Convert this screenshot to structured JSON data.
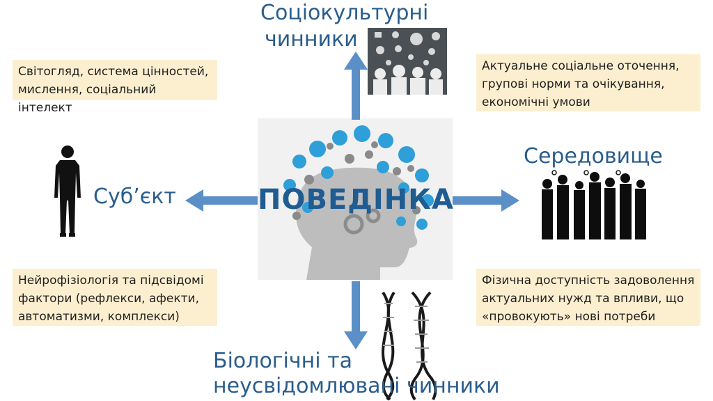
{
  "center": {
    "label": "ПОВЕДІНКА"
  },
  "top": {
    "title_line1": "Соціокультурні",
    "title_line2": "чинники"
  },
  "bottom": {
    "title_line1": "Біологічні та",
    "title_line2": "неусвідомлювані чинники"
  },
  "left": {
    "title": "Суб’єкт"
  },
  "right": {
    "title": "Середовище"
  },
  "notes": {
    "top_left": [
      "Світогляд, система цінностей,",
      "мислення, соціальний інтелект"
    ],
    "top_right": [
      "Актуальне соціальне оточення,",
      "групові норми та очікування,",
      "економічні умови"
    ],
    "bottom_left": [
      "Нейрофізіологія та підсвідомі",
      "фактори (рефлекси, афекти,",
      "автоматизми, комплекси)"
    ],
    "bottom_right": [
      "Фізична доступність задоволення",
      "актуальних нужд та впливи, що",
      "«провокують» нові потреби"
    ]
  },
  "colors": {
    "arrow": "#5b8fc7",
    "title": "#2a5d8c",
    "note_bg": "#fcefd0",
    "center_text": "#1f5c92"
  }
}
